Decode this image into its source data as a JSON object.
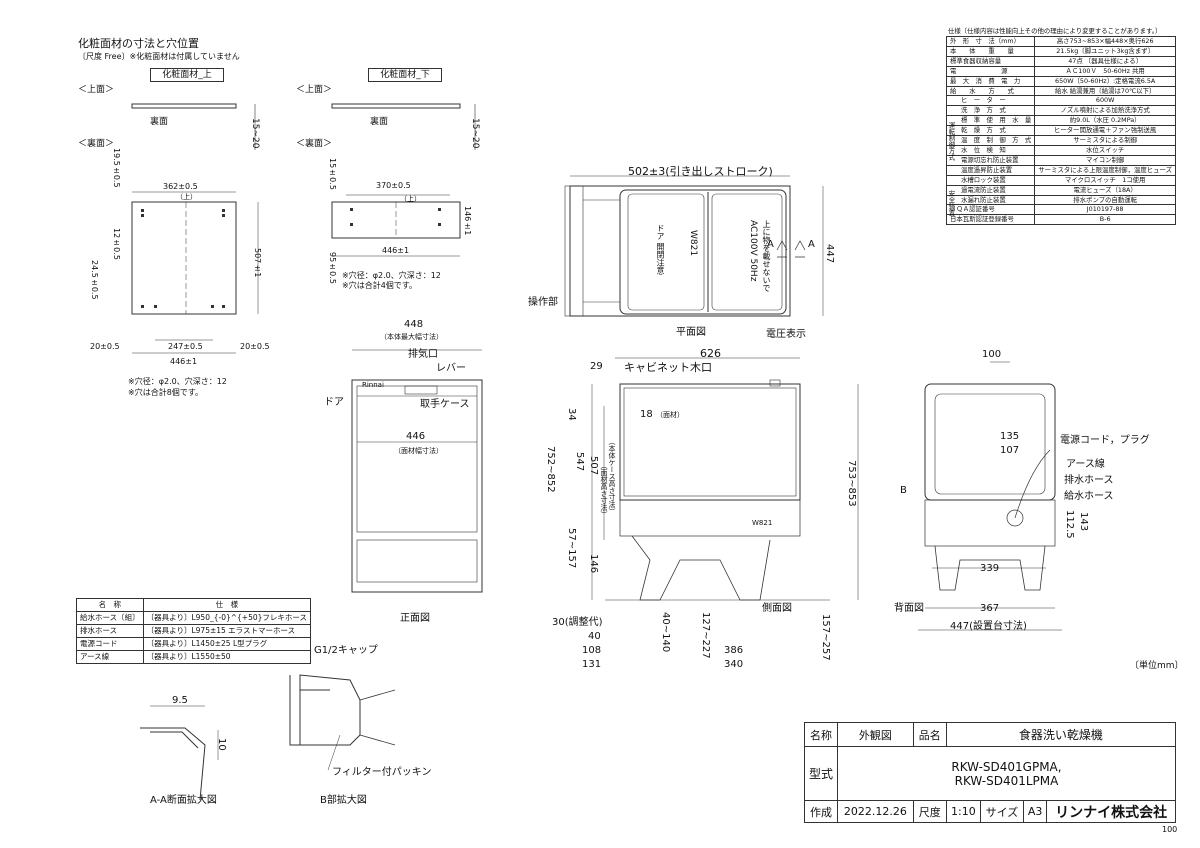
{
  "corner_note": "100",
  "unit_note": "〔単位mm〕",
  "panel": {
    "title": "化粧面材の寸法と穴位置",
    "note": "〔尺度 Free〕※化粧面材は付属していません",
    "upper_label": "化粧面材_上",
    "lower_label": "化粧面材_下",
    "top_view": "＜上面＞",
    "back_view": "＜裏面＞",
    "top_view_2": "＜上面＞",
    "back_view_2": "＜裏面＞",
    "back_face": "裏面",
    "back_face_2": "裏面",
    "thick_range": "15~20",
    "thick_range_2": "15~20",
    "upper": {
      "d_top": "19.5±0.5",
      "d_362": "362±0.5",
      "up": "（上）",
      "d_12": "12±0.5",
      "d_245": "24.5±0.5",
      "d_507": "507±1",
      "d_20a": "20±0.5",
      "d_247": "247±0.5",
      "d_20b": "20±0.5",
      "d_446": "446±1",
      "hole": "※穴径：φ2.0、穴深さ：12",
      "count": "※穴は合計8個です。"
    },
    "lower": {
      "d_15": "15±0.5",
      "d_370": "370±0.5",
      "up": "（上）",
      "d_146": "146±1",
      "d_446": "446±1",
      "d_95": "95±0.5",
      "hole": "※穴径：φ2.0、穴深さ：12",
      "count": "※穴は合計4個です。"
    }
  },
  "plan_view": {
    "stroke": "502±3(引き出しストローク)",
    "d_447": "447",
    "arrow_a1": "A",
    "arrow_a2": "A",
    "panel_label": "操作部",
    "voltage": "電圧表示",
    "name": "平面図",
    "plate_1": "AC100V 50Hz",
    "plate_2": "W821",
    "plate_3": "上に物を載せないで",
    "plate_4": "ドア 開閉注意"
  },
  "front_view": {
    "d_448": "448",
    "d_448_note": "（本体最大幅寸法）",
    "exhaust": "排気口",
    "lever": "レバー",
    "door": "ドア",
    "handle": "取手ケース",
    "d_446": "446",
    "d_446_note": "（面材幅寸法）",
    "name": "正面図",
    "logo": "Rinnai"
  },
  "side_view": {
    "d_626": "626",
    "d_29": "29",
    "cabinet": "キャビネット木口",
    "d_18": "18",
    "d_18_note": "（面材）",
    "d_34": "34",
    "d_547": "547",
    "d_547_note": "（本体ケース高さ寸法）",
    "d_507": "507",
    "d_507_note": "（面材高さ寸法）",
    "d_752": "752~852",
    "d_753": "753~853",
    "d_57": "57~157",
    "d_146": "146",
    "d_157": "157~257",
    "d_30": "30(調整代)",
    "d_40": "40",
    "d_108": "108",
    "d_131": "131",
    "d_40b": "40~140",
    "d_127": "127~227",
    "d_386": "386",
    "d_340": "340",
    "name": "側面図",
    "label_w": "W821"
  },
  "back_view": {
    "d_100": "100",
    "power": "電源コード，プラグ",
    "d_135": "135",
    "ground": "アース線",
    "d_107": "107",
    "drain": "排水ホース",
    "water": "給水ホース",
    "b": "B",
    "d_1125": "112.5",
    "d_143": "143",
    "d_339": "339",
    "d_367": "367",
    "d_447": "447(設置台寸法)",
    "name": "背面図"
  },
  "parts": {
    "header": [
      "名　称",
      "仕　様"
    ],
    "rows": [
      [
        "給水ホース〔組〕",
        "〔器具より〕L950_{-0}^{+50}フレキホース"
      ],
      [
        "排水ホース",
        "〔器具より〕L975±15 エラストマーホース"
      ],
      [
        "電源コード",
        "〔器具より〕L1450±25 L型プラグ"
      ],
      [
        "アース線",
        "〔器具より〕L1550±50"
      ]
    ]
  },
  "spec": {
    "header": "仕様〔仕様内容は性能向上その他の理由により変更することがあります。〕",
    "groups": {
      "unten": "運転制御方式",
      "anzen": "安全装置"
    },
    "rows": [
      {
        "k": "外　形　寸　法（mm）",
        "v": "高さ753~853×幅448×奥行626"
      },
      {
        "k": "本　　体　　重　　量",
        "v": "21.5kg〔脚ユニット3kg含まず〕"
      },
      {
        "k": "標準食器収納容量",
        "v": "47点 〔器具仕様による〕"
      },
      {
        "k": "電　　　　　　　源",
        "v": "ＡＣ100Ｖ　50-60Hz 共用"
      },
      {
        "k": "最　大　消　費　電　力",
        "v": "650W〔50-60Hz〕:定格電流6.5A"
      },
      {
        "k": "給　　水　　方　　式",
        "v": "給水 給湯兼用〔給湯は70℃以下〕"
      },
      {
        "k": "ヒ　ー　タ　ー",
        "v": "600W"
      },
      {
        "k": "洗　浄　方　式",
        "v": "ノズル噴射による加熱洗浄方式"
      },
      {
        "k": "標　準　使　用　水　量",
        "v": "約9.0L（水圧 0.2MPa）"
      },
      {
        "k": "乾　燥　方　式",
        "v": "ヒーター開放通電＋ファン強制送風"
      },
      {
        "k": "温　度　制　御　方　式",
        "v": "サーミスタによる制御"
      },
      {
        "k": "水　位　検　知",
        "v": "水位スイッチ"
      },
      {
        "k": "電源切忘れ防止装置",
        "v": "マイコン制御"
      },
      {
        "k": "温度過昇防止装置",
        "v": "サーミスタによる上限温度制御，温度ヒューズ"
      },
      {
        "k": "水槽ロック装置",
        "v": "マイクロスイッチ　1コ使用"
      },
      {
        "k": "過電流防止装置",
        "v": "電流ヒューズ（18A）"
      },
      {
        "k": "水漏れ防止装置",
        "v": "排水ポンプの自動運転"
      },
      {
        "k": "ＪＱＡ認証番号",
        "v": "J010197-88"
      },
      {
        "k": "日本瓦斯認証登録番号",
        "v": "B-6"
      }
    ]
  },
  "detail_a": {
    "d_95": "9.5",
    "d_10": "10",
    "name": "A-A断面拡大図"
  },
  "detail_b": {
    "cap": "G1/2キャップ",
    "packing": "フィルター付パッキン",
    "name": "B部拡大図"
  },
  "title_block": {
    "name_label": "名称",
    "name_value": "外観図",
    "product_label": "品名",
    "product_value": "食器洗い乾燥機",
    "model_label": "型式",
    "model_value_1": "RKW-SD401GPMA,",
    "model_value_2": "RKW-SD401LPMA",
    "made_label": "作成",
    "date": "2022.12.26",
    "scale_label": "尺度",
    "scale_value": "1:10",
    "size_label": "サイズ",
    "size_value": "A3",
    "company": "リンナイ株式会社"
  }
}
